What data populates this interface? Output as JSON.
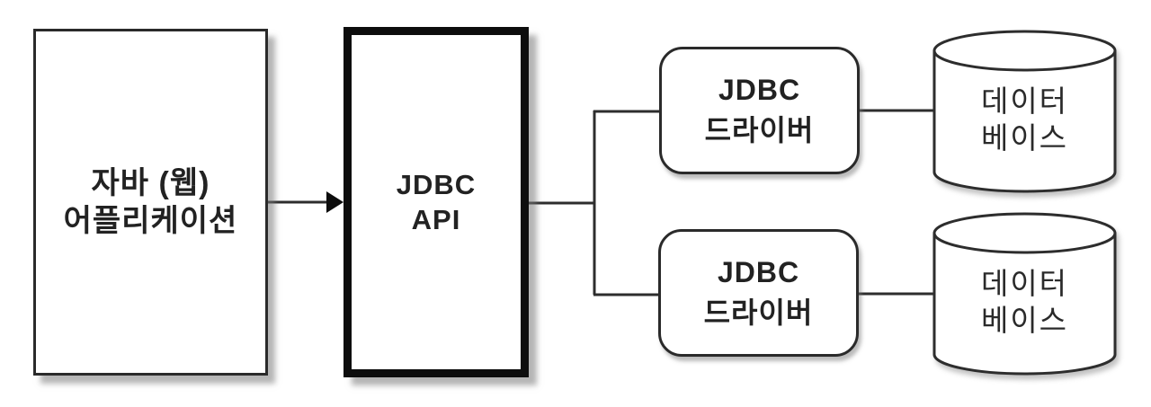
{
  "diagram": {
    "title": "JDBC architecture diagram",
    "colors": {
      "background": "#ffffff",
      "stroke": "#2d2d2d",
      "thick_border": "#0d0d0d",
      "text": "#222222"
    },
    "nodes": {
      "java_app": {
        "line1": "자바 (웹)",
        "line2": "어플리케이션"
      },
      "jdbc_api": {
        "line1": "JDBC",
        "line2": "API"
      },
      "driver_top": {
        "line1": "JDBC",
        "line2": "드라이버"
      },
      "driver_bottom": {
        "line1": "JDBC",
        "line2": "드라이버"
      },
      "db_top": {
        "line1": "데이터",
        "line2": "베이스"
      },
      "db_bottom": {
        "line1": "데이터",
        "line2": "베이스"
      }
    }
  }
}
